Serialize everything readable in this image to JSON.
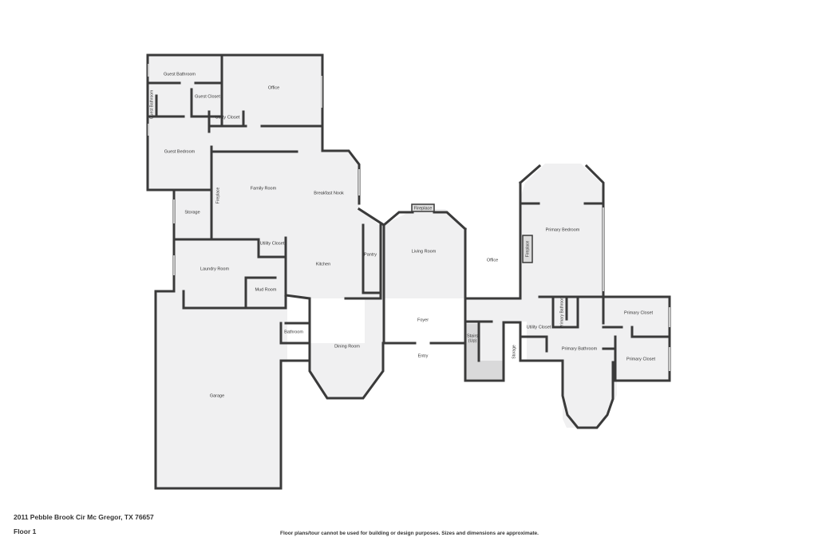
{
  "footer": {
    "address": "2011 Pebble Brook Cir Mc Gregor, TX 76657",
    "floor": "Floor 1",
    "disclaimer": "Floor plans/tour cannot be used for building or design purposes. Sizes and dimensions are approximate."
  },
  "rooms": {
    "guest_bathroom": "Guest Bathroom",
    "guest_bathroom_small": "Guest Bathroom",
    "guest_closet": "Guest Closet",
    "office_top": "Office",
    "utility_closet_top": "Utility Closet",
    "guest_bedroom": "Guest Bedroom",
    "fireplace_family": "Fireplace",
    "family_room": "Family Room",
    "breakfast_nook": "Breakfast Nook",
    "storage_left": "Storage",
    "utility_closet_mid": "Utility Closet",
    "kitchen": "Kitchen",
    "laundry_room": "Laundry Room",
    "mud_room": "Mud Room",
    "pantry": "Pantry",
    "fireplace_living": "Fireplace",
    "living_room": "Living Room",
    "office_mid": "Office",
    "fireplace_primary": "Fireplace",
    "primary_bedroom": "Primary Bedroom",
    "bathroom": "Bathroom",
    "dining_room": "Dining Room",
    "foyer": "Foyer",
    "entry": "Entry",
    "stairs": "Stairs\n(Up)",
    "storage_right": "Storage",
    "utility_closet_right": "Utility Closet",
    "primary_bathroom_small": "Primary Bathroom",
    "primary_closet_top": "Primary Closet",
    "primary_bathroom": "Primary Bathroom",
    "primary_closet_bottom": "Primary Closet",
    "garage": "Garage"
  }
}
